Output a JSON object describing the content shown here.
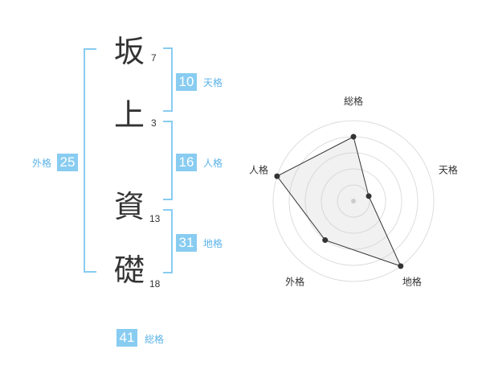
{
  "name_chars": [
    {
      "char": "坂",
      "strokes": "7"
    },
    {
      "char": "上",
      "strokes": "3"
    },
    {
      "char": "資",
      "strokes": "13"
    },
    {
      "char": "礎",
      "strokes": "18"
    }
  ],
  "kakusu": {
    "tenkaku": {
      "value": "10",
      "label": "天格"
    },
    "jinkaku": {
      "value": "16",
      "label": "人格"
    },
    "chikaku": {
      "value": "31",
      "label": "地格"
    },
    "gaikaku": {
      "value": "25",
      "label": "外格"
    },
    "soukaku": {
      "value": "41",
      "label": "総格"
    }
  },
  "colors": {
    "accent": "#88ccf1",
    "label_text": "#5bb3e8",
    "char_text": "#333333"
  },
  "chart_data": {
    "type": "radar",
    "axes": [
      "総格",
      "天格",
      "地格",
      "外格",
      "人格"
    ],
    "levels": 5,
    "max": 5,
    "values": [
      4,
      1,
      5,
      3,
      5
    ],
    "grid": true
  }
}
